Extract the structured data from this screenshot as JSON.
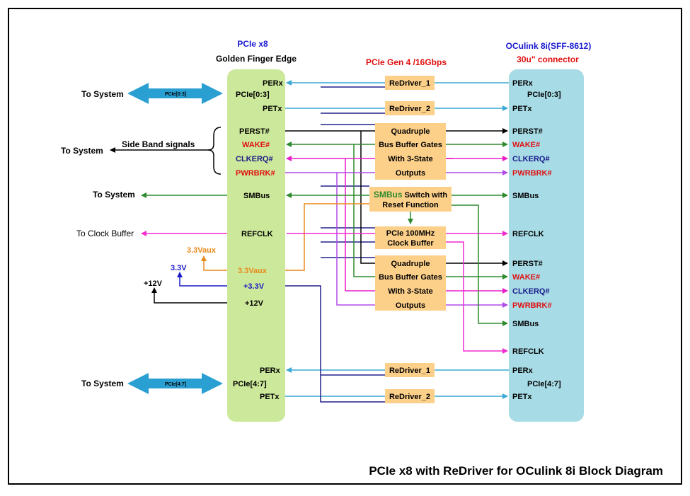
{
  "diagram": {
    "title": "PCIe x8 with ReDriver for OCulink 8i Block Diagram",
    "left_header_1": "PCIe x8",
    "left_header_2": "Golden Finger Edge",
    "mid_header": "PCIe Gen 4 /16Gbps",
    "right_header_1": "OCulink 8i(SFF-8612)",
    "right_header_2": "30u\" connector",
    "external": {
      "to_system_1": "To System",
      "to_system_2": "To System",
      "to_system_3": "To System",
      "side_band": "Side Band signals",
      "side_band_to_system": "To System",
      "to_clock_buffer": "To Clock Buffer",
      "v33aux": "3.3Vaux",
      "v33": "3.3V",
      "v12": "+12V"
    },
    "bus_arrow_1": "PCIe[0:3]",
    "bus_arrow_2": "PCIe[4:7]",
    "left_pins": {
      "perx1": "PERx",
      "pcie03": "PCIe[0:3]",
      "petx1": "PETx",
      "perst": "PERST#",
      "wake": "WAKE#",
      "clkerq": "CLKERQ#",
      "pwrbrk": "PWRBRK#",
      "smbus": "SMBus",
      "refclk": "REFCLK",
      "v33aux": "3.3Vaux",
      "v33": "+3.3V",
      "v12": "+12V",
      "perx2": "PERx",
      "pcie47": "PCIe[4:7]",
      "petx2": "PETx"
    },
    "right_pins": {
      "perx1": "PERx",
      "pcie03": "PCIe[0:3]",
      "petx1": "PETx",
      "perst1": "PERST#",
      "wake1": "WAKE#",
      "clkerq1": "CLKERQ#",
      "pwrbrk1": "PWRBRK#",
      "smbus1": "SMBus",
      "refclk1": "REFCLK",
      "perst2": "PERST#",
      "wake2": "WAKE#",
      "clkerq2": "CLKERQ#",
      "pwrbrk2": "PWRBRK#",
      "smbus2": "SMBus",
      "refclk2": "REFCLK",
      "perx2": "PERx",
      "pcie47": "PCIe[4:7]",
      "petx2": "PETx"
    },
    "blocks": {
      "redriver1": "ReDriver_1",
      "redriver2": "ReDriver_2",
      "redriver3": "ReDriver_1",
      "redriver4": "ReDriver_2",
      "quad1": [
        "Quadruple",
        "Bus Buffer Gates",
        "With 3-State",
        "Outputs"
      ],
      "quad2": [
        "Quadruple",
        "Bus Buffer Gates",
        "With 3-State",
        "Outputs"
      ],
      "smbus_switch_a": "SMBus",
      "smbus_switch_b": " Switch with",
      "smbus_switch_c": "Reset Function",
      "clock_buffer": [
        "PCIe 100MHz",
        "Clock Buffer"
      ]
    },
    "colors": {
      "connector_left": "#cce89a",
      "connector_right": "#a7dbe6",
      "block": "#fdd08a",
      "pcie_line": "#3aa9d6",
      "perst_line": "#000000",
      "wake_line": "#2e8a2e",
      "clkerq_line": "#e81ec8",
      "pwrbrk_line": "#b14be8",
      "smbus_line": "#2e8a2e",
      "refclk_line": "#f02ccf",
      "v33aux_line": "#e88a1e",
      "v33_line": "#1a1ac8",
      "bus_line": "#20208a",
      "red_text": "#e01010",
      "blue_text": "#1a1ad0",
      "navy_text": "#1a1a8a",
      "green_text": "#2e8a2e",
      "orange_text": "#e88a1e"
    }
  }
}
